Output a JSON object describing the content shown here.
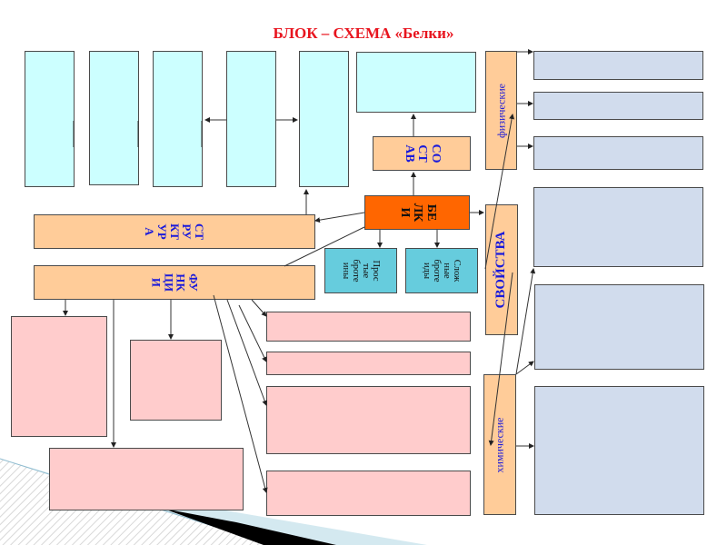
{
  "title": "БЛОК – СХЕМА «Белки»",
  "center": {
    "label": "БЕ\nЛК\nИ"
  },
  "composition": {
    "label": "СО\nСТ\nАВ"
  },
  "structure": {
    "label": "СТ\nРУ\nКТ\nУР\nА"
  },
  "functions": {
    "label": "ФУ\nНК\nЦИ\nИ"
  },
  "simple_proteins": {
    "label": "Прос\nтые\nброте\nины"
  },
  "complex_proteins": {
    "label": "Слож\nные\nброте\nиды"
  },
  "properties": {
    "label": "СВОЙСТВА"
  },
  "physical": {
    "label": "физические"
  },
  "chemical": {
    "label": "химические"
  },
  "colors": {
    "title": "#e8141e",
    "label_text": "#1a1adb",
    "center_fill": "#ff6600",
    "peach_fill": "#ffcc99",
    "cyan_fill": "#ccffff",
    "blue_fill": "#66ccdd",
    "pink_fill": "#ffcccc",
    "lavender_fill": "#d1dced"
  }
}
